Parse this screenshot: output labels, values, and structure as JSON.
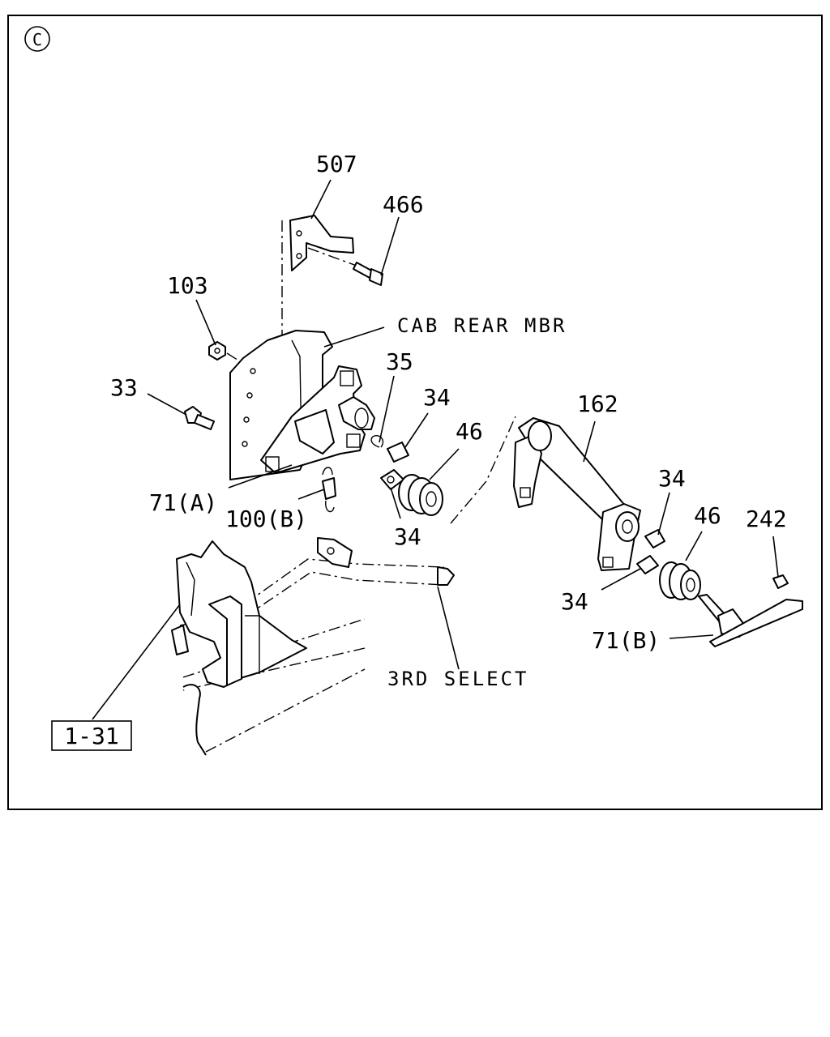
{
  "view_marker": "C",
  "labels": {
    "p507": "507",
    "p466": "466",
    "p103": "103",
    "p33": "33",
    "p35": "35",
    "p34a": "34",
    "p46a": "46",
    "p162": "162",
    "p34b": "34",
    "p46b": "46",
    "p242": "242",
    "p71a": "71(A)",
    "p100b": "100(B)",
    "p34c": "34",
    "p34d": "34",
    "p71b": "71(B)",
    "cab_rear_mbr": "CAB REAR MBR",
    "third_select": "3RD SELECT",
    "ref_box": "1-31"
  }
}
